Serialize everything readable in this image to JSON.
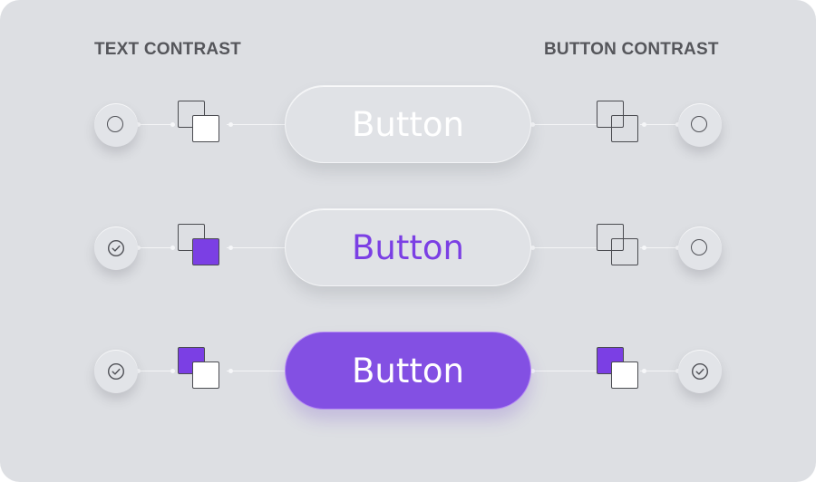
{
  "headings": {
    "left": "TEXT CONTRAST",
    "right": "BUTTON CONTRAST"
  },
  "colors": {
    "panel": "#dddfe3",
    "accent": "#7b3fe4",
    "button_solid": "#8350e3",
    "glass": "#e0e2e6",
    "white": "#ffffff"
  },
  "rows": [
    {
      "button_label": "Button",
      "text_color": "#ffffff",
      "button_style": "glass",
      "text_contrast": {
        "status_icon": "circle-icon",
        "back_square": "transparent",
        "front_square": "#ffffff"
      },
      "button_contrast": {
        "status_icon": "circle-icon",
        "back_square": "transparent",
        "front_square": "transparent"
      }
    },
    {
      "button_label": "Button",
      "text_color": "#7b3fe4",
      "button_style": "glass",
      "text_contrast": {
        "status_icon": "check-circle-icon",
        "back_square": "transparent",
        "front_square": "#7b3fe4"
      },
      "button_contrast": {
        "status_icon": "circle-icon",
        "back_square": "transparent",
        "front_square": "transparent"
      }
    },
    {
      "button_label": "Button",
      "text_color": "#ffffff",
      "button_style": "solid",
      "text_contrast": {
        "status_icon": "check-circle-icon",
        "back_square": "#7b3fe4",
        "front_square": "#ffffff"
      },
      "button_contrast": {
        "status_icon": "check-circle-icon",
        "back_square": "#7b3fe4",
        "front_square": "#ffffff"
      }
    }
  ]
}
